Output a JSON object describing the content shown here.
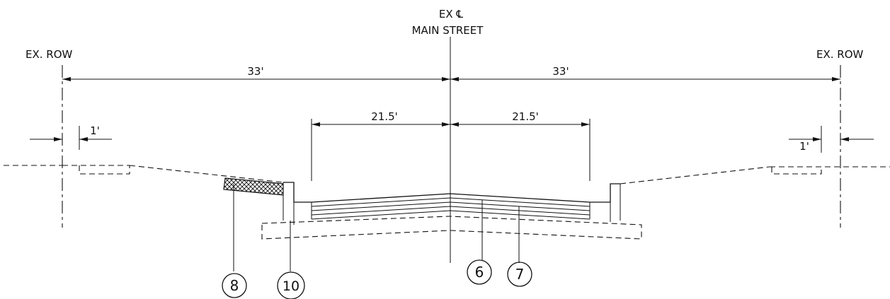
{
  "labels": {
    "centerline_line1": "EX ℄",
    "centerline_line2": "MAIN STREET",
    "row_left": "EX. ROW",
    "row_right": "EX. ROW"
  },
  "dimensions": {
    "overall_left": "33'",
    "overall_right": "33'",
    "lane_left": "21.5'",
    "lane_right": "21.5'",
    "offset_left": "1'",
    "offset_right": "1'"
  },
  "callouts": [
    {
      "id": "8",
      "label": "8"
    },
    {
      "id": "10",
      "label": "10"
    },
    {
      "id": "6",
      "label": "6"
    },
    {
      "id": "7",
      "label": "7"
    }
  ]
}
